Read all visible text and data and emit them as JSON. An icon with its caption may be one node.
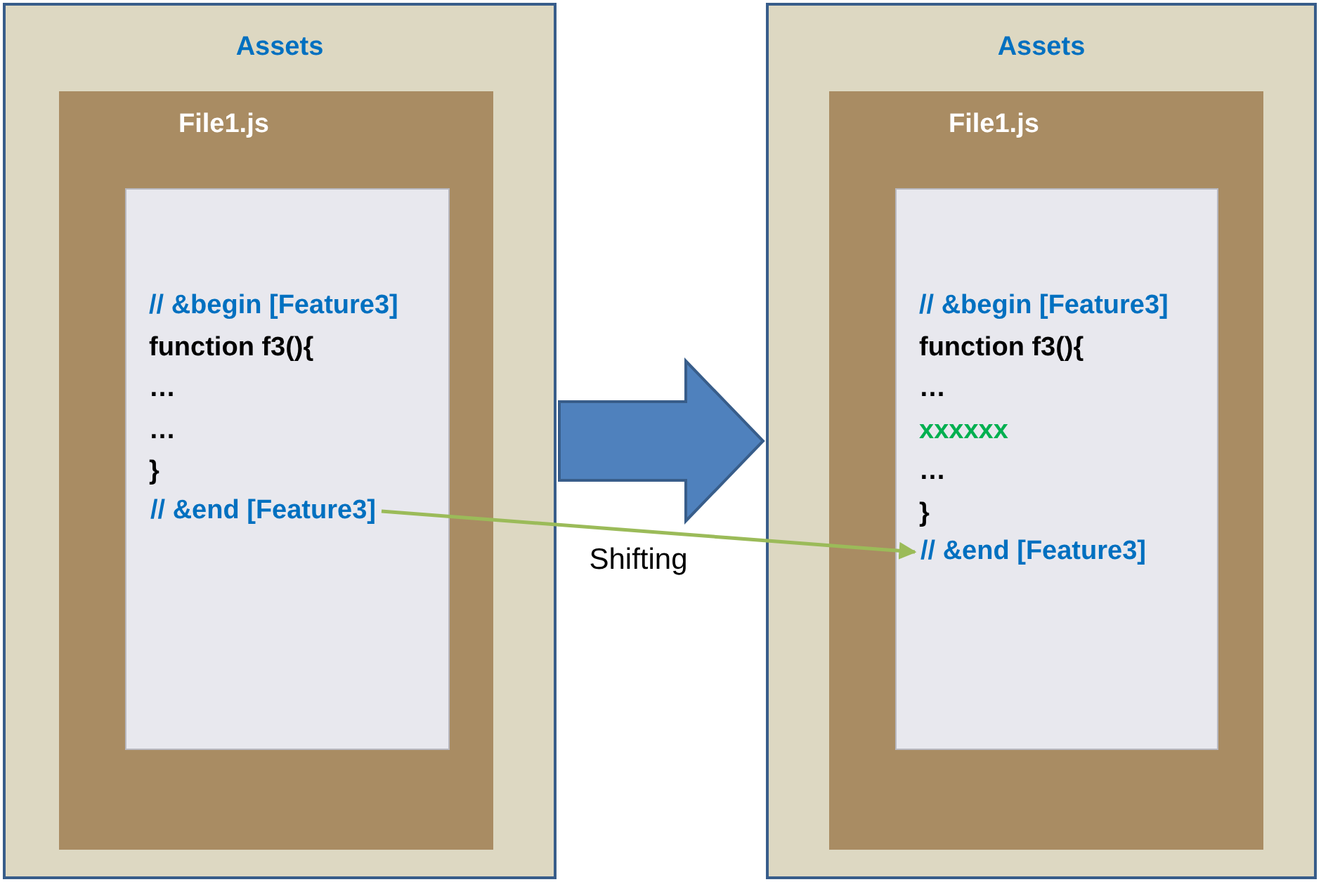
{
  "diagram": {
    "nodes": [
      {
        "text": [
          "Assets"
        ]
      },
      {
        "text": [
          "File1.js"
        ],
        "in": 0
      },
      {
        "text": [
          "// &begin [Feature3]",
          "function f3(){",
          "…",
          "…",
          "}"
        ],
        "in": 1
      },
      {
        "text": [
          "// &end [Feature3]"
        ],
        "in": 2
      },
      {
        "text": [
          "Assets"
        ]
      },
      {
        "text": [
          "File1.js"
        ],
        "in": 4
      },
      {
        "text": [
          "// &begin [Feature3]",
          "function f3(){",
          "…",
          "xxxxxx",
          "…",
          "}"
        ],
        "in": 5
      },
      {
        "text": [
          "// &end [Feature3]"
        ],
        "in": 6
      }
    ],
    "edges": [
      {
        "from": 0,
        "to": 4,
        "arrow": "to",
        "style": "thick",
        "color": "#4f81bd"
      },
      {
        "from": 3,
        "to": 7,
        "arrow": "to",
        "label": "Shifting",
        "color": "#9bbb59"
      }
    ]
  }
}
